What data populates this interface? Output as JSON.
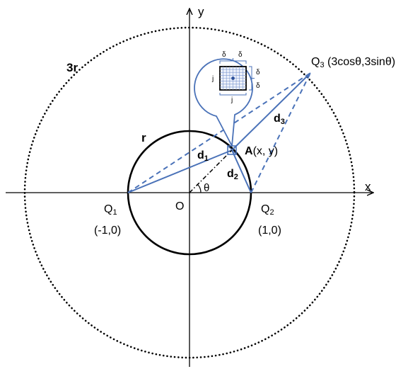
{
  "labels": {
    "y_axis": "y",
    "x_axis": "x",
    "origin": "O",
    "outer_radius": "3r",
    "inner_radius": "r",
    "theta": "θ",
    "q1": "Q",
    "q1_sub": "1",
    "q1_coords": "(-1,0)",
    "q2": "Q",
    "q2_sub": "2",
    "q2_coords": "(1,0)",
    "q3": "Q",
    "q3_sub": "3",
    "q3_coords": "(3cosθ,3sinθ)",
    "point_a": "A",
    "point_a_coords": "(x, y)",
    "d1": "d",
    "d1_sub": "1",
    "d2": "d",
    "d2_sub": "2",
    "d3": "d",
    "d3_sub": "3",
    "delta_left": "δ",
    "delta_right": "δ",
    "delta_top": "δ",
    "delta_bottom": "δ",
    "j_left": "j",
    "j_bottom": "j"
  },
  "colors": {
    "line_blue": "#4a72b8",
    "axis": "#000000"
  }
}
